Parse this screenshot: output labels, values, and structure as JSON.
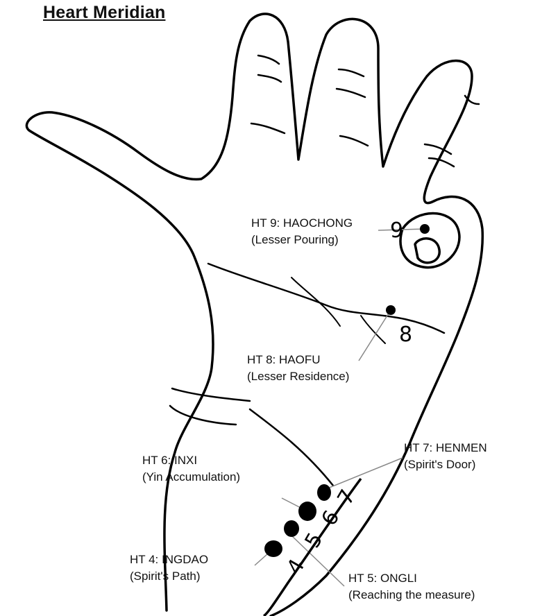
{
  "title": "Heart Meridian",
  "points": [
    {
      "code": "HT 9: HAOCHONG",
      "name": "(Lesser Pouring)",
      "number": "9"
    },
    {
      "code": "HT 8: HAOFU",
      "name": "(Lesser Residence)",
      "number": "8"
    },
    {
      "code": "HT 7: HENMEN",
      "name": "(Spirit's Door)",
      "number": "7"
    },
    {
      "code": "HT 6: INXI",
      "name": "(Yin Accumulation)",
      "number": "6"
    },
    {
      "code": "HT 5: ONGLI",
      "name": "(Reaching the measure)",
      "number": "5"
    },
    {
      "code": "HT 4: INGDAO",
      "name": "(Spirit's Path)",
      "number": "4"
    }
  ],
  "colors": {
    "ink": "#000000",
    "background": "#ffffff"
  }
}
